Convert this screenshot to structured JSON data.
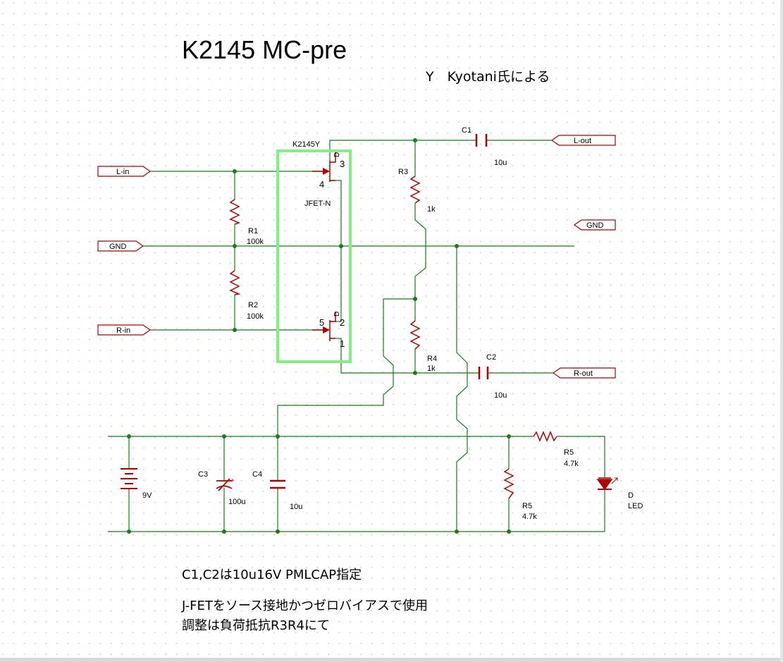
{
  "schematic": {
    "title": "K2145 MC-pre",
    "credit": "Y　Kyotani氏による",
    "notes": [
      "C1,C2は10u16V PMLCAP指定",
      "J-FETをソース接地かつゼロバイアスで使用",
      "調整は負荷抵抗R3R4にて"
    ]
  },
  "ports": {
    "l_in": "L-in",
    "gnd_left": "GND",
    "r_in": "R-in",
    "l_out": "L-out",
    "gnd_right": "GND",
    "r_out": "R-out"
  },
  "components": {
    "jfet_part": "K2145Y",
    "jfet_type": "JFET-N",
    "pin_3": "3",
    "pin_4": "4",
    "pin_5": "5",
    "pin_2": "2",
    "pin_1": "1",
    "drain_top": "D",
    "drain_bottom": "D",
    "r1_ref": "R1",
    "r1_val": "100k",
    "r2_ref": "R2",
    "r2_val": "100k",
    "r3_ref": "R3",
    "r3_val": "1k",
    "r4_ref": "R4",
    "r4_val": "1k",
    "c1_ref": "C1",
    "c1_val": "10u",
    "c2_ref": "C2",
    "c2_val": "10u",
    "c3_ref": "C3",
    "c3_val": "100u",
    "c4_ref": "C4",
    "c4_val": "10u",
    "battery_val": "9V",
    "r5a_ref": "R5",
    "r5a_val": "4.7k",
    "r5b_ref": "R5",
    "r5b_val": "4.7k",
    "led_ref": "D",
    "led_val": "LED",
    "c3_plus": "+"
  },
  "colors": {
    "wire": "#1a7a1a",
    "component": "#b00000",
    "highlight": "#80f080",
    "label": "#000000",
    "grid_dot": "#b8b8b8"
  }
}
